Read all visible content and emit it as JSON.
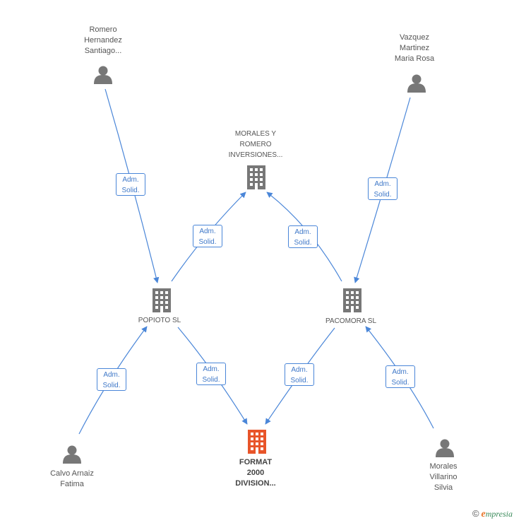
{
  "colors": {
    "edge": "#4a86d8",
    "node_gray": "#777777",
    "node_target": "#e8552a"
  },
  "nodes": {
    "romero_hernandez": {
      "lines": [
        "Romero",
        "Hernandez",
        "Santiago..."
      ],
      "icon": "person-icon"
    },
    "vazquez_martinez": {
      "lines": [
        "Vazquez",
        "Martinez",
        "Maria Rosa"
      ],
      "icon": "person-icon"
    },
    "morales_romero_inv": {
      "lines": [
        "MORALES Y",
        "ROMERO",
        "INVERSIONES..."
      ],
      "icon": "building-icon"
    },
    "popioto": {
      "lines": [
        "POPIOTO SL"
      ],
      "icon": "building-icon"
    },
    "pacomora": {
      "lines": [
        "PACOMORA SL"
      ],
      "icon": "building-icon"
    },
    "format2000": {
      "lines": [
        "FORMAT",
        "2000",
        "DIVISION..."
      ],
      "icon": "building-icon"
    },
    "calvo_arnaiz": {
      "lines": [
        "Calvo Arnaiz",
        "Fatima"
      ],
      "icon": "person-icon"
    },
    "morales_villarino": {
      "lines": [
        "Morales",
        "Villarino",
        "Silvia"
      ],
      "icon": "person-icon"
    }
  },
  "edges": [
    {
      "from": "romero_hernandez",
      "to": "popioto",
      "label": [
        "Adm.",
        "Solid."
      ]
    },
    {
      "from": "vazquez_martinez",
      "to": "pacomora",
      "label": [
        "Adm.",
        "Solid."
      ]
    },
    {
      "from": "popioto",
      "to": "morales_romero_inv",
      "label": [
        "Adm.",
        "Solid."
      ]
    },
    {
      "from": "pacomora",
      "to": "morales_romero_inv",
      "label": [
        "Adm.",
        "Solid."
      ]
    },
    {
      "from": "calvo_arnaiz",
      "to": "popioto",
      "label": [
        "Adm.",
        "Solid."
      ]
    },
    {
      "from": "popioto",
      "to": "format2000",
      "label": [
        "Adm.",
        "Solid."
      ]
    },
    {
      "from": "pacomora",
      "to": "format2000",
      "label": [
        "Adm.",
        "Solid."
      ]
    },
    {
      "from": "morales_villarino",
      "to": "pacomora",
      "label": [
        "Adm.",
        "Solid."
      ]
    }
  ],
  "footer": {
    "copyright": "©",
    "brand_first": "e",
    "brand_rest": "mpresia"
  }
}
